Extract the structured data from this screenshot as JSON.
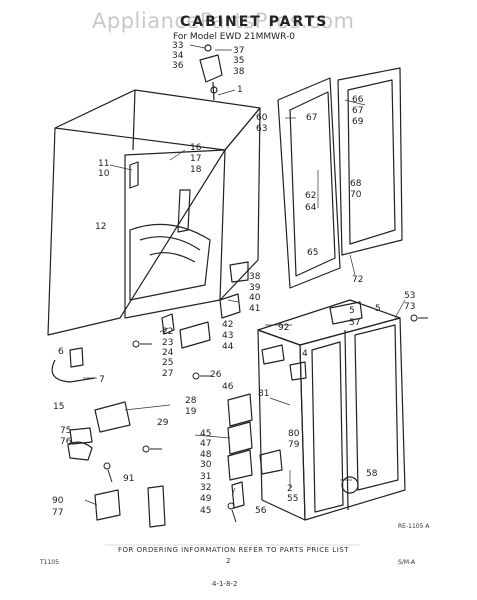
{
  "watermark": "AppliancePartsPros.com",
  "title": "CABINET PARTS",
  "model": "For Model EWD 21MMWR-0",
  "footer": {
    "ordering": "FOR ORDERING INFORMATION REFER TO PARTS PRICE LIST",
    "figure_code": "RE-1105 A",
    "left_code": "T1105",
    "page_number": "2",
    "right_code": "S/M-A",
    "bottom_code": "4-1-8-2"
  },
  "labels": [
    "33",
    "37",
    "34",
    "35",
    "36",
    "38",
    "1",
    "60",
    "63",
    "66",
    "67",
    "69",
    "67",
    "16",
    "17",
    "18",
    "11",
    "10",
    "12",
    "62",
    "64",
    "68",
    "70",
    "65",
    "72",
    "53",
    "73",
    "38",
    "39",
    "40",
    "41",
    "5",
    "57",
    "92",
    "42",
    "43",
    "44",
    "4",
    "22",
    "23",
    "24",
    "6",
    "7",
    "25",
    "27",
    "26",
    "46",
    "15",
    "28",
    "19",
    "29",
    "81",
    "80",
    "79",
    "75",
    "76",
    "45",
    "47",
    "48",
    "30",
    "31",
    "32",
    "91",
    "90",
    "77",
    "49",
    "45",
    "58",
    "2",
    "55",
    "56",
    "5"
  ]
}
